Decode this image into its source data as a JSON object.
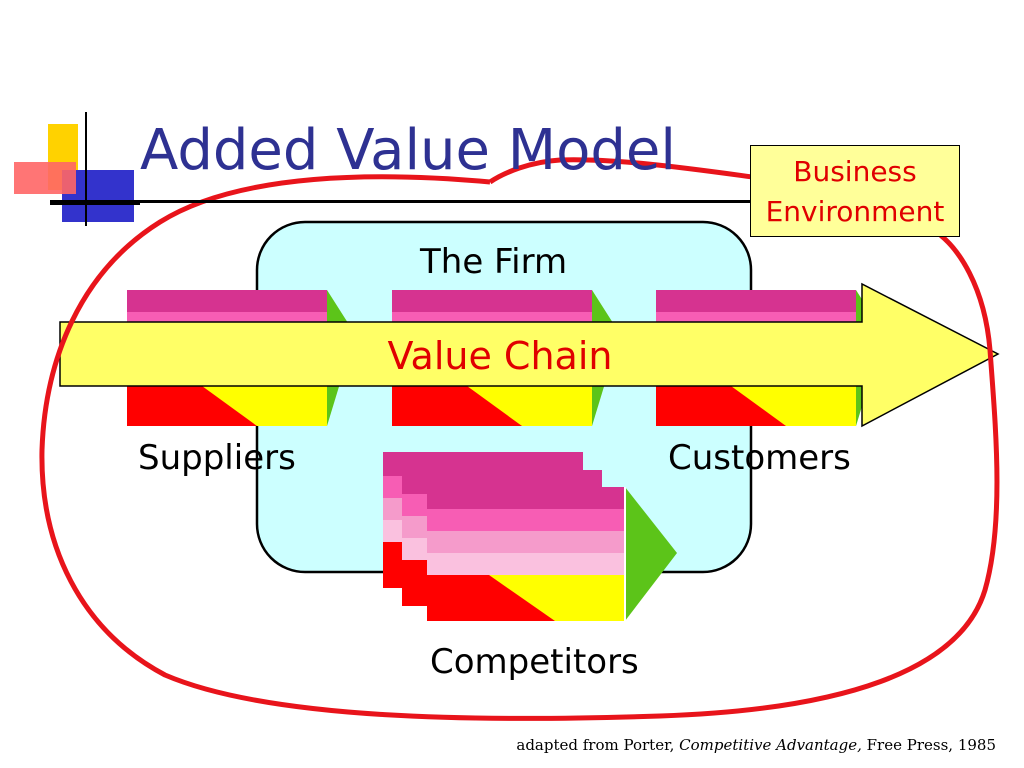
{
  "title": "Added Value Model",
  "business_environment": [
    "Business",
    "Environment"
  ],
  "firm_label": "The Firm",
  "value_chain_label": "Value Chain",
  "suppliers_label": "Suppliers",
  "customers_label": "Customers",
  "competitors_label": "Competitors",
  "source": {
    "prefix": "adapted from Porter, ",
    "book": "Competitive Advantage,",
    "suffix": " Free Press, 1985"
  },
  "colors": {
    "title": "#2E3192",
    "loop": "#E8141B",
    "firm_fill": "#CCFFFF",
    "value_chain_fill": "#FFFF66",
    "box_fill": "#FFFF99",
    "accent_text": "#E00000",
    "magenta": "#D63390",
    "pink": "#F75DB4",
    "light_pink": "#F59BCB",
    "pale_pink": "#FAC1DF",
    "red": "#FF0000",
    "yellow": "#FFFF00",
    "green": "#5CC419"
  }
}
